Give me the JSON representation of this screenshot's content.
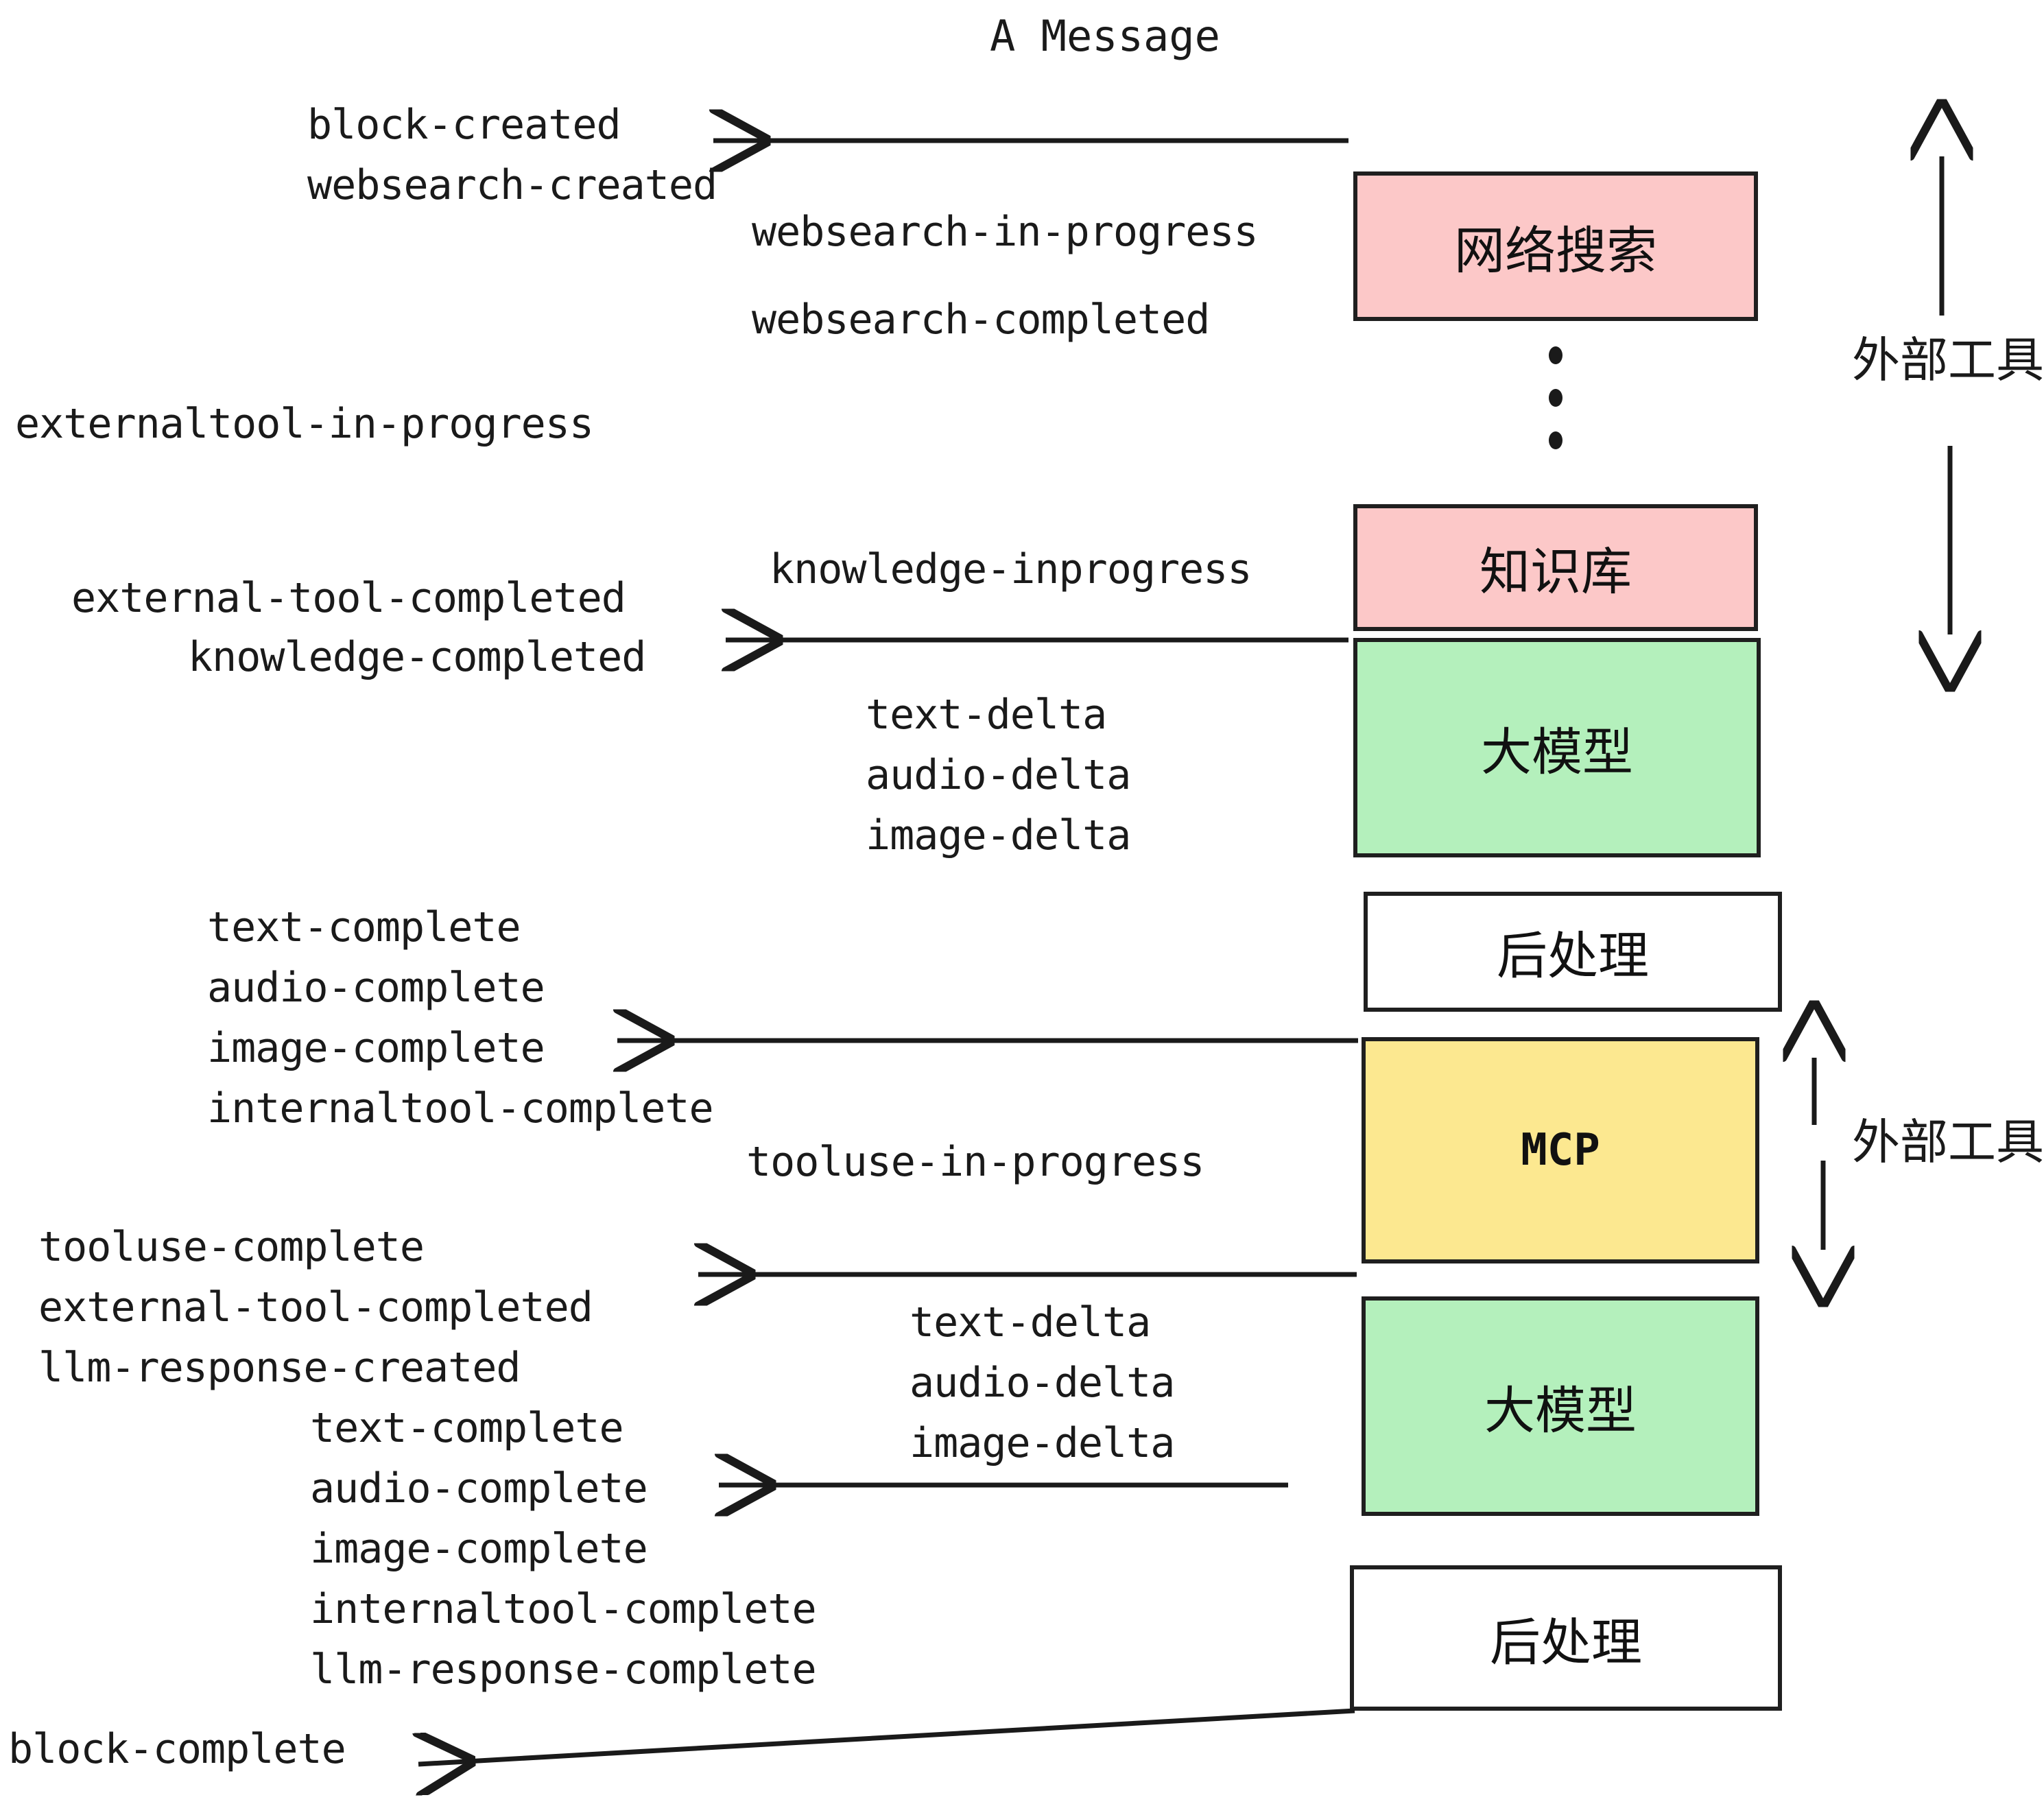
{
  "title": "A Message",
  "colors": {
    "pink": "#FCC8C8",
    "green": "#B4F0BC",
    "yellow": "#FCE890",
    "white": "#FFFFFF",
    "stroke": "#1F1F1F"
  },
  "boxes": [
    {
      "id": "websearch",
      "label": "网络搜索",
      "fill": "#FCC8C8"
    },
    {
      "id": "knowledgebase",
      "label": "知识库",
      "fill": "#FCC8C8"
    },
    {
      "id": "llm-upper",
      "label": "大模型",
      "fill": "#B4F0BC"
    },
    {
      "id": "postprocess-upper",
      "label": "后处理",
      "fill": "#FFFFFF"
    },
    {
      "id": "mcp",
      "label": "MCP",
      "fill": "#FCE890"
    },
    {
      "id": "llm-lower",
      "label": "大模型",
      "fill": "#B4F0BC"
    },
    {
      "id": "postprocess-lower",
      "label": "后处理",
      "fill": "#FFFFFF"
    }
  ],
  "side_annotations": [
    {
      "id": "external-tools-upper",
      "label": "外部工具"
    },
    {
      "id": "external-tools-lower",
      "label": "外部工具"
    }
  ],
  "events": {
    "block_created": "block-created",
    "websearch_created": "websearch-created",
    "websearch_in_progress": "websearch-in-progress",
    "websearch_completed": "websearch-completed",
    "externaltool_in_progress": "externaltool-in-progress",
    "knowledge_inprogress": "knowledge-inprogress",
    "external_tool_completed_1": "external-tool-completed",
    "knowledge_completed": "knowledge-completed",
    "text_delta_1": "text-delta",
    "audio_delta_1": "audio-delta",
    "image_delta_1": "image-delta",
    "text_complete_1": "text-complete",
    "audio_complete_1": "audio-complete",
    "image_complete_1": "image-complete",
    "internaltool_complete_1": "internaltool-complete",
    "tooluse_in_progress": "tooluse-in-progress",
    "tooluse_complete": "tooluse-complete",
    "external_tool_completed_2": "external-tool-completed",
    "llm_response_created": "llm-response-created",
    "text_delta_2": "text-delta",
    "audio_delta_2": "audio-delta",
    "image_delta_2": "image-delta",
    "text_complete_2": "text-complete",
    "audio_complete_2": "audio-complete",
    "image_complete_2": "image-complete",
    "internaltool_complete_2": "internaltool-complete",
    "llm_response_complete": "llm-response-complete",
    "block_complete": "block-complete"
  },
  "ellipsis_dots": 3
}
